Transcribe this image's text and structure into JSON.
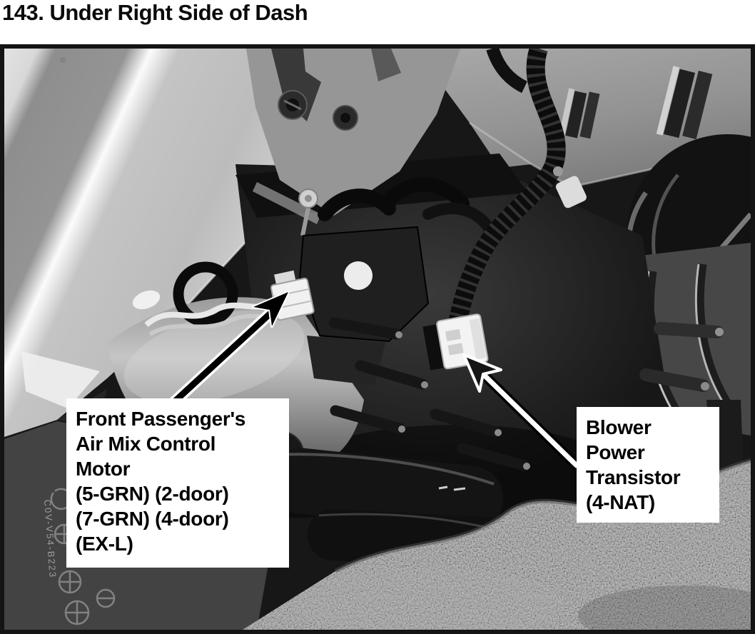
{
  "page": {
    "title": "143. Under Right Side of Dash"
  },
  "figure": {
    "labels": {
      "air_mix_motor": {
        "lines": [
          "Front Passenger's",
          "Air Mix Control",
          "Motor",
          "(5-GRN) (2-door)",
          "(7-GRN) (4-door)",
          "(EX-L)"
        ]
      },
      "blower_transistor": {
        "lines": [
          "Blower",
          "Power",
          "Transistor",
          "(4-NAT)"
        ]
      }
    },
    "colors": {
      "frame": "#141414",
      "label_background": "#ffffff",
      "label_text": "#000000",
      "arrow": "#000000",
      "arrow_outline": "#ffffff"
    }
  }
}
